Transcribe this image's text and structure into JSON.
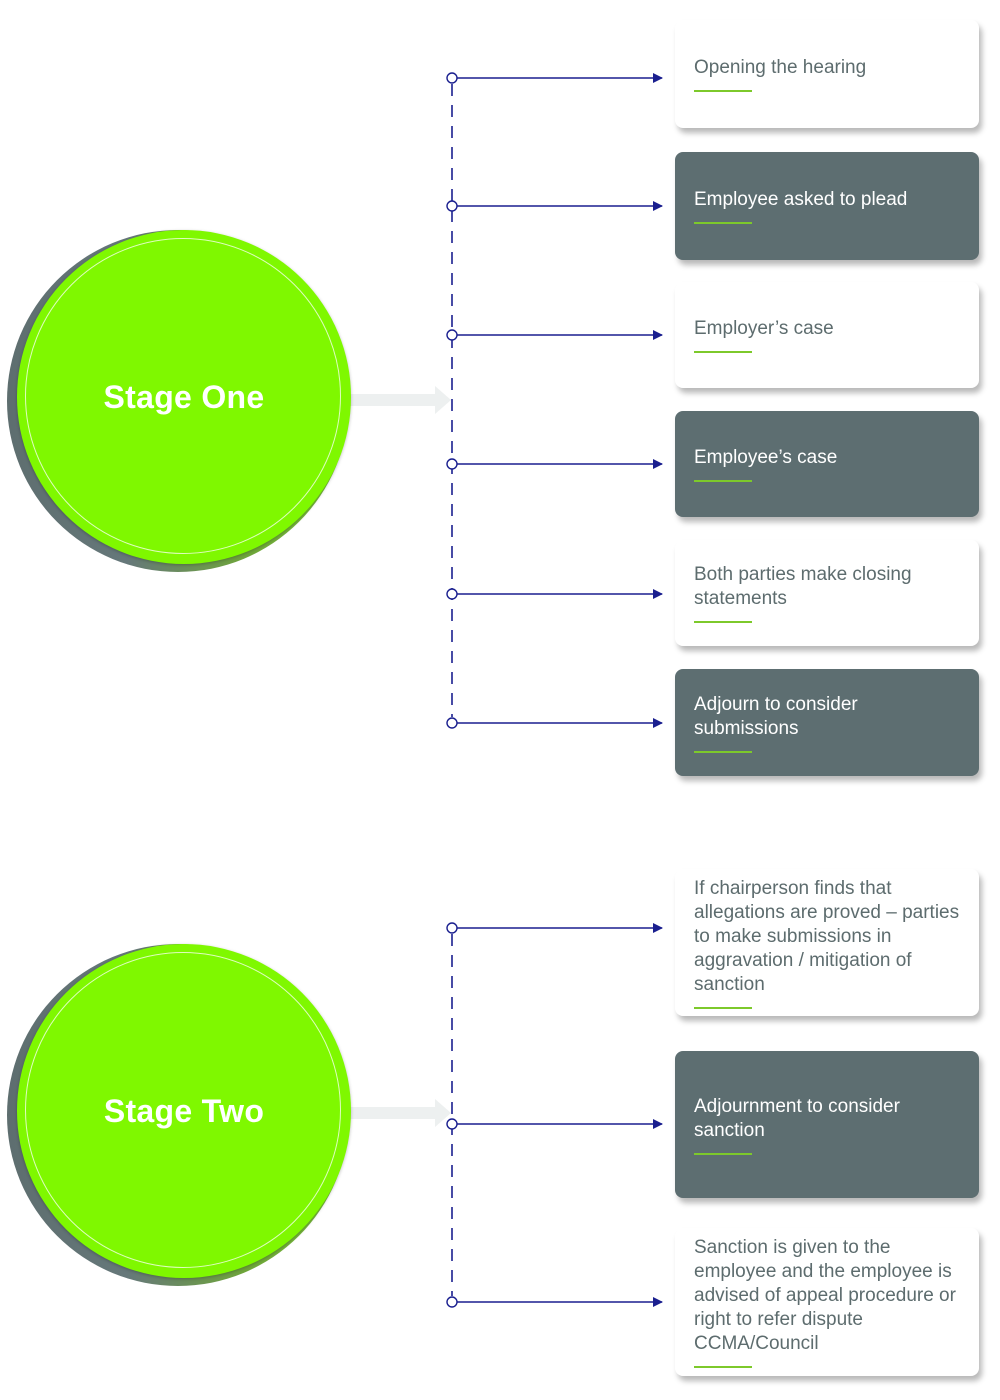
{
  "colors": {
    "circle_fill": "#7ff800",
    "dark_box": "#5d6e71",
    "connector": "#1a1f8f",
    "underline": "#7dc92b"
  },
  "stages": [
    {
      "label": "Stage One",
      "steps": [
        {
          "text": "Opening the hearing",
          "style": "light"
        },
        {
          "text": "Employee asked to plead",
          "style": "dark"
        },
        {
          "text": "Employer’s case",
          "style": "light"
        },
        {
          "text": "Employee’s case",
          "style": "dark"
        },
        {
          "text": "Both parties make closing statements",
          "style": "light"
        },
        {
          "text": "Adjourn to consider submissions",
          "style": "dark"
        }
      ]
    },
    {
      "label": "Stage Two",
      "steps": [
        {
          "text": "If chairperson finds that allegations are proved – parties to make submissions in aggravation / mitigation of sanction",
          "style": "light"
        },
        {
          "text": "Adjournment to consider sanction",
          "style": "dark"
        },
        {
          "text": "Sanction is given to the employee and the employee is advised of appeal procedure or right to refer dispute CCMA/Council",
          "style": "light"
        }
      ]
    }
  ]
}
